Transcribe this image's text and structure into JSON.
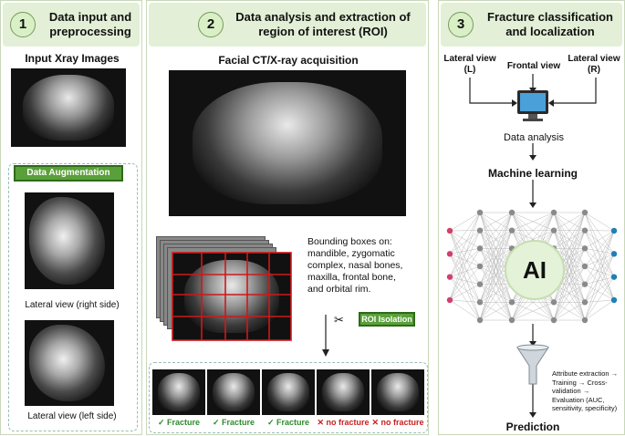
{
  "panel1": {
    "number": "1",
    "title_l1": "Data input and",
    "title_l2": "preprocessing",
    "input_label": "Input Xray Images",
    "augment_button": "Data Augmentation",
    "lateral_right": "Lateral view (right side)",
    "lateral_left": "Lateral view (left side)"
  },
  "panel2": {
    "number": "2",
    "title_l1": "Data analysis and extraction of",
    "title_l2": "region of interest (ROI)",
    "acquisition_label": "Facial CT/X-ray acquisition",
    "bbox_text": [
      "Bounding boxes on:",
      "mandible, zygomatic",
      "complex, nasal bones,",
      "maxilla, frontal bone,",
      "and orbital rim."
    ],
    "roi_button": "ROI Isolation",
    "crops": [
      {
        "mark": "✓",
        "label": "Fracture",
        "status": "fracture"
      },
      {
        "mark": "✓",
        "label": "Fracture",
        "status": "fracture"
      },
      {
        "mark": "✓",
        "label": "Fracture",
        "status": "fracture"
      },
      {
        "mark": "✕",
        "label": "no fracture",
        "status": "none"
      },
      {
        "mark": "✕",
        "label": "no fracture",
        "status": "none"
      }
    ]
  },
  "panel3": {
    "number": "3",
    "title_l1": "Fracture classification",
    "title_l2": "and localization",
    "lateral_l_l1": "Lateral view",
    "lateral_l_l2": "(L)",
    "frontal": "Frontal view",
    "lateral_r_l1": "Lateral view",
    "lateral_r_l2": "(R)",
    "data_analysis": "Data analysis",
    "machine_learning": "Machine learning",
    "ai_label": "AI",
    "funnel_text": [
      "Attribute extraction →",
      "Training → Cross-",
      "validation   →",
      "Evaluation (AUC,",
      "sensitivity, specificity)"
    ],
    "prediction": "Prediction"
  },
  "colors": {
    "header_bg": "#e3efd6",
    "button_green": "#5aa03a",
    "input_node": "#d0406a",
    "output_node": "#1f7fb8",
    "hidden_node": "#8a8a8a",
    "fracture_ok": "#2e8b2e",
    "fracture_no": "#c82020"
  }
}
